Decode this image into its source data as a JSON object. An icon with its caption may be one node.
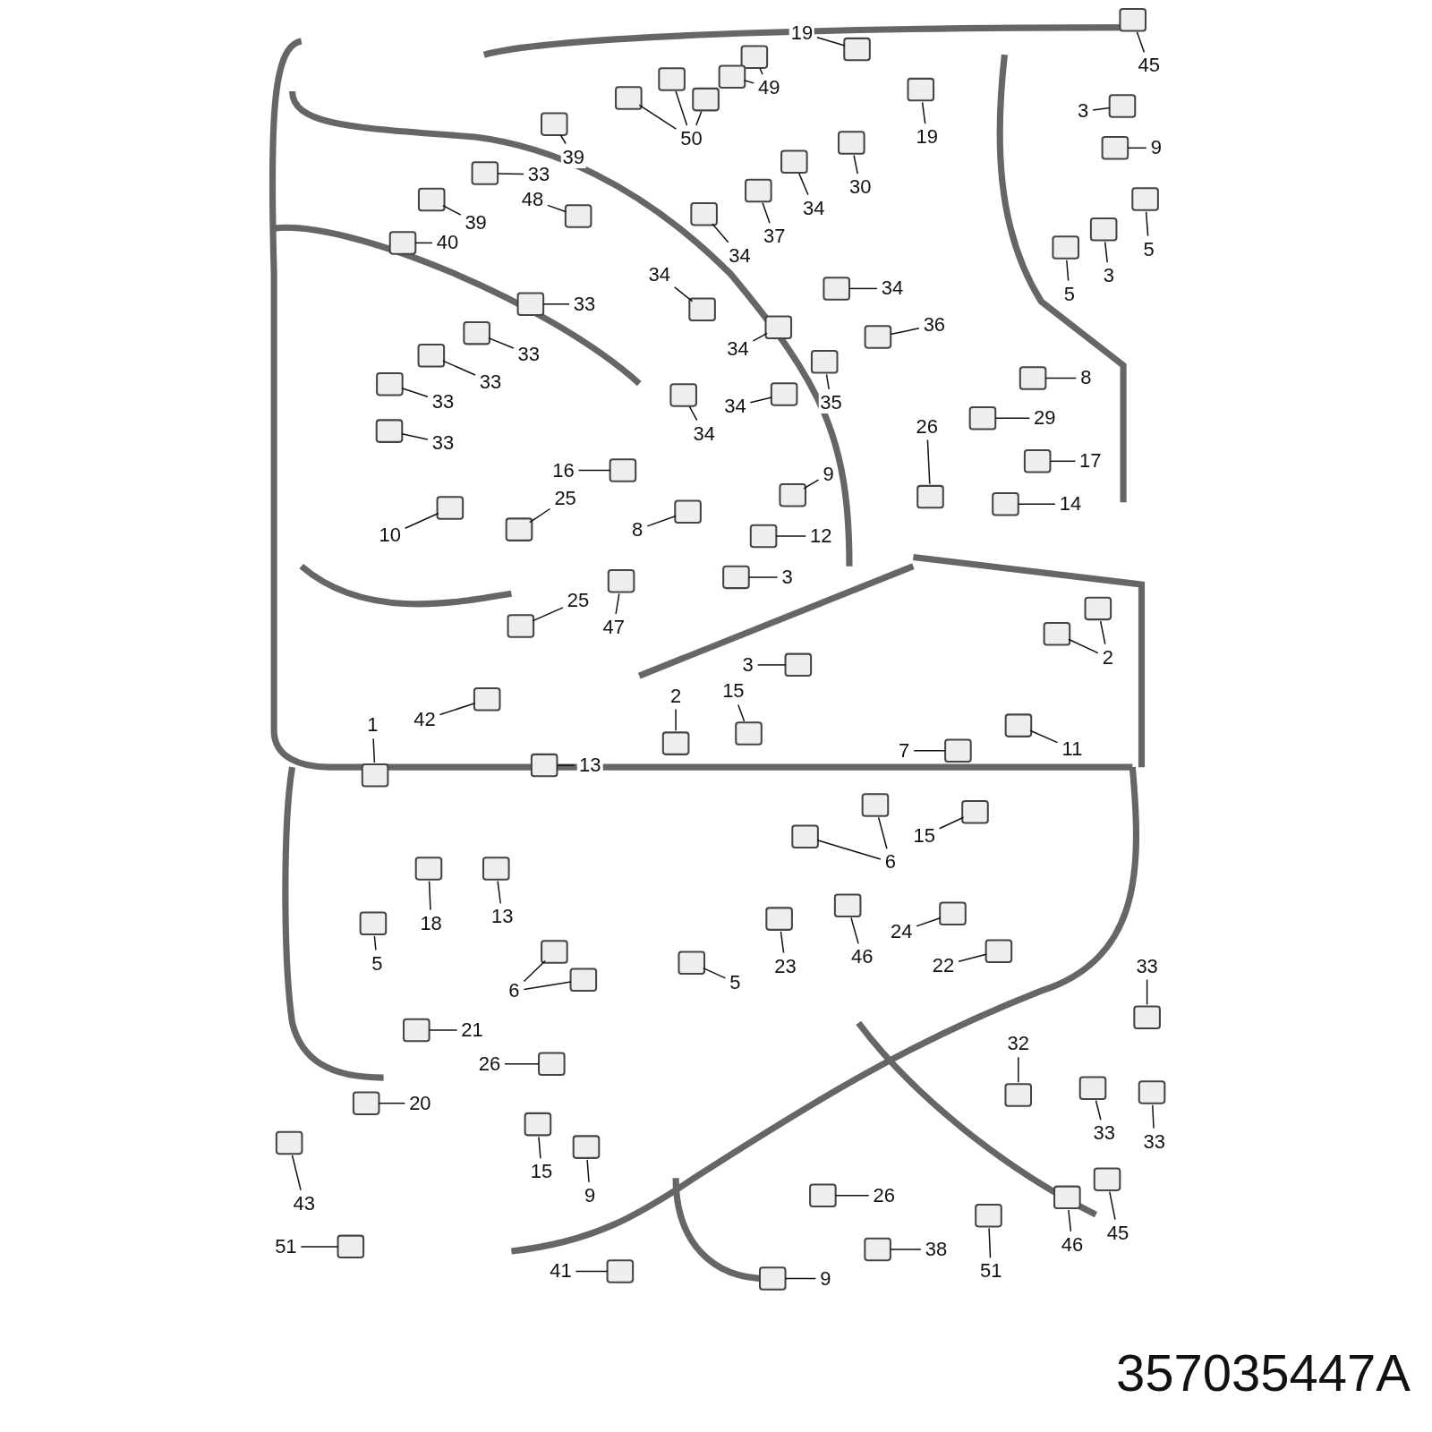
{
  "diagram": {
    "nodes": [
      {
        "text": [
          "19"
        ]
      },
      {
        "text": [
          "45"
        ]
      },
      {
        "text": [
          "49"
        ]
      },
      {
        "text": [
          "19"
        ]
      },
      {
        "text": [
          "3"
        ]
      },
      {
        "text": [
          "9"
        ]
      },
      {
        "text": [
          "50"
        ]
      },
      {
        "text": [
          "39"
        ]
      },
      {
        "text": [
          "33"
        ]
      },
      {
        "text": [
          "30"
        ]
      },
      {
        "text": [
          "48"
        ]
      },
      {
        "text": [
          "39"
        ]
      },
      {
        "text": [
          "34"
        ]
      },
      {
        "text": [
          "5"
        ]
      },
      {
        "text": [
          "37"
        ]
      },
      {
        "text": [
          "40"
        ]
      },
      {
        "text": [
          "34"
        ]
      },
      {
        "text": [
          "3"
        ]
      },
      {
        "text": [
          "5"
        ]
      },
      {
        "text": [
          "34"
        ]
      },
      {
        "text": [
          "34"
        ]
      },
      {
        "text": [
          "33"
        ]
      },
      {
        "text": [
          "36"
        ]
      },
      {
        "text": [
          "33"
        ]
      },
      {
        "text": [
          "34"
        ]
      },
      {
        "text": [
          "8"
        ]
      },
      {
        "text": [
          "33"
        ]
      },
      {
        "text": [
          "33"
        ]
      },
      {
        "text": [
          "34"
        ]
      },
      {
        "text": [
          "35"
        ]
      },
      {
        "text": [
          "29"
        ]
      },
      {
        "text": [
          "34"
        ]
      },
      {
        "text": [
          "33"
        ]
      },
      {
        "text": [
          "26"
        ]
      },
      {
        "text": [
          "17"
        ]
      },
      {
        "text": [
          "16"
        ]
      },
      {
        "text": [
          "9"
        ]
      },
      {
        "text": [
          "25"
        ]
      },
      {
        "text": [
          "14"
        ]
      },
      {
        "text": [
          "10"
        ]
      },
      {
        "text": [
          "8"
        ]
      },
      {
        "text": [
          "12"
        ]
      },
      {
        "text": [
          "3"
        ]
      },
      {
        "text": [
          "25"
        ]
      },
      {
        "text": [
          "47"
        ]
      },
      {
        "text": [
          "2"
        ]
      },
      {
        "text": [
          "3"
        ]
      },
      {
        "text": [
          "2"
        ]
      },
      {
        "text": [
          "15"
        ]
      },
      {
        "text": [
          "42"
        ]
      },
      {
        "text": [
          "1"
        ]
      },
      {
        "text": [
          "11"
        ]
      },
      {
        "text": [
          "7"
        ]
      },
      {
        "text": [
          "13"
        ]
      },
      {
        "text": [
          "15"
        ]
      },
      {
        "text": [
          "6"
        ]
      },
      {
        "text": [
          "18"
        ]
      },
      {
        "text": [
          "13"
        ]
      },
      {
        "text": [
          "46"
        ]
      },
      {
        "text": [
          "24"
        ]
      },
      {
        "text": [
          "23"
        ]
      },
      {
        "text": [
          "22"
        ]
      },
      {
        "text": [
          "33"
        ]
      },
      {
        "text": [
          "5"
        ]
      },
      {
        "text": [
          "6"
        ]
      },
      {
        "text": [
          "5"
        ]
      },
      {
        "text": [
          "21"
        ]
      },
      {
        "text": [
          "32"
        ]
      },
      {
        "text": [
          "26"
        ]
      },
      {
        "text": [
          "20"
        ]
      },
      {
        "text": [
          "33"
        ]
      },
      {
        "text": [
          "33"
        ]
      },
      {
        "text": [
          "15"
        ]
      },
      {
        "text": [
          "9"
        ]
      },
      {
        "text": [
          "26"
        ]
      },
      {
        "text": [
          "43"
        ]
      },
      {
        "text": [
          "45"
        ]
      },
      {
        "text": [
          "46"
        ]
      },
      {
        "text": [
          "51"
        ]
      },
      {
        "text": [
          "38"
        ]
      },
      {
        "text": [
          "41"
        ]
      },
      {
        "text": [
          "51"
        ]
      },
      {
        "text": [
          "9"
        ]
      }
    ],
    "edges": [
      {
        "from": 0,
        "to": null,
        "arrow": "none"
      },
      {
        "from": 1,
        "to": null,
        "arrow": "none"
      },
      {
        "from": 2,
        "to": null,
        "arrow": "none"
      },
      {
        "from": 2,
        "to": null,
        "arrow": "none"
      },
      {
        "from": 3,
        "to": null,
        "arrow": "none"
      },
      {
        "from": 4,
        "to": null,
        "arrow": "none"
      },
      {
        "from": 5,
        "to": null,
        "arrow": "none"
      },
      {
        "from": 6,
        "to": null,
        "arrow": "none"
      },
      {
        "from": 6,
        "to": null,
        "arrow": "none"
      },
      {
        "from": 6,
        "to": null,
        "arrow": "none"
      },
      {
        "from": 7,
        "to": null,
        "arrow": "none"
      },
      {
        "from": 8,
        "to": null,
        "arrow": "none"
      },
      {
        "from": 9,
        "to": null,
        "arrow": "none"
      },
      {
        "from": 10,
        "to": null,
        "arrow": "none"
      },
      {
        "from": 11,
        "to": null,
        "arrow": "none"
      },
      {
        "from": 12,
        "to": null,
        "arrow": "none"
      },
      {
        "from": 13,
        "to": null,
        "arrow": "none"
      },
      {
        "from": 14,
        "to": null,
        "arrow": "none"
      },
      {
        "from": 15,
        "to": null,
        "arrow": "none"
      },
      {
        "from": 16,
        "to": null,
        "arrow": "none"
      },
      {
        "from": 17,
        "to": null,
        "arrow": "none"
      },
      {
        "from": 18,
        "to": null,
        "arrow": "none"
      },
      {
        "from": 19,
        "to": null,
        "arrow": "none"
      },
      {
        "from": 20,
        "to": null,
        "arrow": "none"
      },
      {
        "from": 21,
        "to": null,
        "arrow": "none"
      },
      {
        "from": 22,
        "to": null,
        "arrow": "none"
      },
      {
        "from": 23,
        "to": null,
        "arrow": "none"
      },
      {
        "from": 24,
        "to": null,
        "arrow": "none"
      },
      {
        "from": 25,
        "to": null,
        "arrow": "none"
      },
      {
        "from": 26,
        "to": null,
        "arrow": "none"
      },
      {
        "from": 27,
        "to": null,
        "arrow": "none"
      },
      {
        "from": 28,
        "to": null,
        "arrow": "none"
      },
      {
        "from": 29,
        "to": null,
        "arrow": "none"
      },
      {
        "from": 30,
        "to": null,
        "arrow": "none"
      },
      {
        "from": 31,
        "to": null,
        "arrow": "none"
      },
      {
        "from": 32,
        "to": null,
        "arrow": "none"
      },
      {
        "from": 33,
        "to": null,
        "arrow": "none"
      },
      {
        "from": 34,
        "to": null,
        "arrow": "none"
      },
      {
        "from": 35,
        "to": null,
        "arrow": "none"
      },
      {
        "from": 36,
        "to": null,
        "arrow": "none"
      },
      {
        "from": 37,
        "to": null,
        "arrow": "none"
      },
      {
        "from": 38,
        "to": null,
        "arrow": "none"
      },
      {
        "from": 39,
        "to": null,
        "arrow": "none"
      },
      {
        "from": 40,
        "to": null,
        "arrow": "none"
      },
      {
        "from": 41,
        "to": null,
        "arrow": "none"
      },
      {
        "from": 42,
        "to": null,
        "arrow": "none"
      },
      {
        "from": 43,
        "to": null,
        "arrow": "none"
      },
      {
        "from": 44,
        "to": null,
        "arrow": "none"
      },
      {
        "from": 45,
        "to": null,
        "arrow": "none"
      },
      {
        "from": 45,
        "to": null,
        "arrow": "none"
      },
      {
        "from": 46,
        "to": null,
        "arrow": "none"
      },
      {
        "from": 47,
        "to": null,
        "arrow": "none"
      },
      {
        "from": 48,
        "to": null,
        "arrow": "none"
      },
      {
        "from": 49,
        "to": null,
        "arrow": "none"
      },
      {
        "from": 50,
        "to": null,
        "arrow": "none"
      },
      {
        "from": 51,
        "to": null,
        "arrow": "none"
      },
      {
        "from": 52,
        "to": null,
        "arrow": "none"
      },
      {
        "from": 53,
        "to": null,
        "arrow": "none"
      },
      {
        "from": 54,
        "to": null,
        "arrow": "none"
      },
      {
        "from": 55,
        "to": null,
        "arrow": "none"
      },
      {
        "from": 55,
        "to": null,
        "arrow": "none"
      },
      {
        "from": 56,
        "to": null,
        "arrow": "none"
      },
      {
        "from": 57,
        "to": null,
        "arrow": "none"
      },
      {
        "from": 58,
        "to": null,
        "arrow": "none"
      },
      {
        "from": 59,
        "to": null,
        "arrow": "none"
      },
      {
        "from": 60,
        "to": null,
        "arrow": "none"
      },
      {
        "from": 61,
        "to": null,
        "arrow": "none"
      },
      {
        "from": 62,
        "to": null,
        "arrow": "none"
      },
      {
        "from": 63,
        "to": null,
        "arrow": "none"
      },
      {
        "from": 64,
        "to": null,
        "arrow": "none"
      },
      {
        "from": 64,
        "to": null,
        "arrow": "none"
      },
      {
        "from": 65,
        "to": null,
        "arrow": "none"
      },
      {
        "from": 66,
        "to": null,
        "arrow": "none"
      },
      {
        "from": 67,
        "to": null,
        "arrow": "none"
      },
      {
        "from": 68,
        "to": null,
        "arrow": "none"
      },
      {
        "from": 69,
        "to": null,
        "arrow": "none"
      },
      {
        "from": 70,
        "to": null,
        "arrow": "none"
      },
      {
        "from": 71,
        "to": null,
        "arrow": "none"
      },
      {
        "from": 72,
        "to": null,
        "arrow": "none"
      },
      {
        "from": 73,
        "to": null,
        "arrow": "none"
      },
      {
        "from": 74,
        "to": null,
        "arrow": "none"
      },
      {
        "from": 75,
        "to": null,
        "arrow": "none"
      },
      {
        "from": 76,
        "to": null,
        "arrow": "none"
      },
      {
        "from": 77,
        "to": null,
        "arrow": "none"
      },
      {
        "from": 78,
        "to": null,
        "arrow": "none"
      },
      {
        "from": 79,
        "to": null,
        "arrow": "none"
      },
      {
        "from": 80,
        "to": null,
        "arrow": "none"
      },
      {
        "from": 81,
        "to": null,
        "arrow": "none"
      },
      {
        "from": 82,
        "to": null,
        "arrow": "none"
      }
    ],
    "labels": [
      "357035447A"
    ]
  }
}
